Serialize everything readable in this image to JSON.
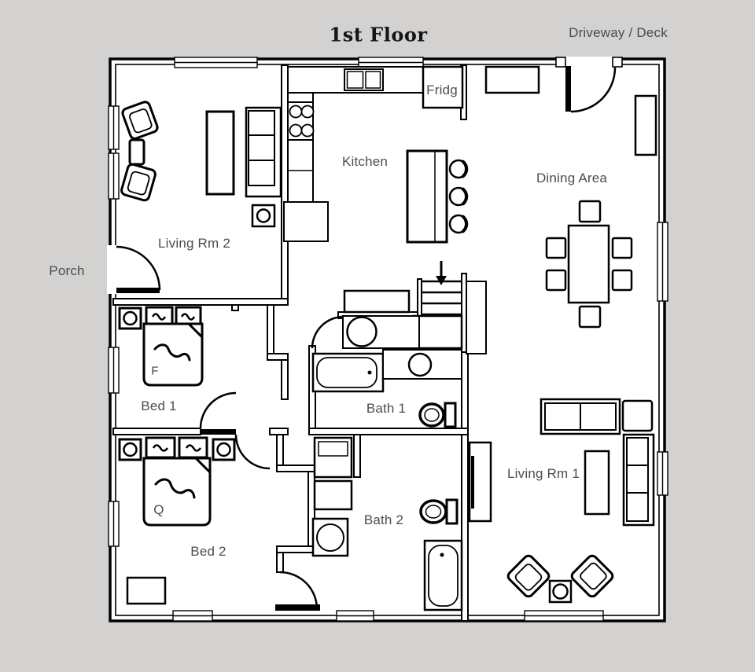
{
  "title": "1st Floor",
  "outside": {
    "driveway": "Driveway / Deck",
    "porch": "Porch"
  },
  "rooms": {
    "living_rm_2": "Living Rm 2",
    "kitchen": "Kitchen",
    "dining_area": "Dining Area",
    "bed_1": "Bed 1",
    "bath_1": "Bath 1",
    "bed_2": "Bed 2",
    "bath_2": "Bath 2",
    "living_rm_1": "Living Rm 1"
  },
  "beds": {
    "bed1_size": "F",
    "bed2_size": "Q"
  },
  "appliances": {
    "fridge": "Fridg"
  },
  "colors": {
    "background": "#d3d2d0",
    "floor": "#ffffff",
    "walls": "#000000",
    "label_text": "#4c4c4c",
    "title_text": "#151515"
  }
}
